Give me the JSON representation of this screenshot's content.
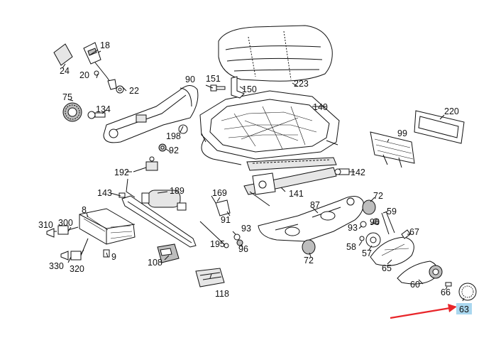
{
  "colors": {
    "highlight": "#a9d7ef",
    "arrow": "#e8262a",
    "line": "#111111"
  },
  "labels": {
    "p8": "8",
    "p9": "9",
    "p18": "18",
    "p20": "20",
    "p22": "22",
    "p24": "24",
    "p57": "57",
    "p58": "58",
    "p59": "59",
    "p60": "60",
    "p63": "63",
    "p65": "65",
    "p66": "66",
    "p67": "67",
    "p72a": "72",
    "p72b": "72",
    "p75": "75",
    "p87": "87",
    "p90": "90",
    "p91": "91",
    "p92": "92",
    "p93a": "93",
    "p93b": "93",
    "p96a": "96",
    "p96b": "96",
    "p99": "99",
    "p108": "108",
    "p118": "118",
    "p134": "134",
    "p140": "140",
    "p141": "141",
    "p142": "142",
    "p143": "143",
    "p150": "150",
    "p151": "151",
    "p169": "169",
    "p189": "189",
    "p192": "192",
    "p195": "195",
    "p198": "198",
    "p220": "220",
    "p223": "223",
    "p300": "300",
    "p310": "310",
    "p320": "320",
    "p330": "330"
  },
  "highlighted_part": "63"
}
